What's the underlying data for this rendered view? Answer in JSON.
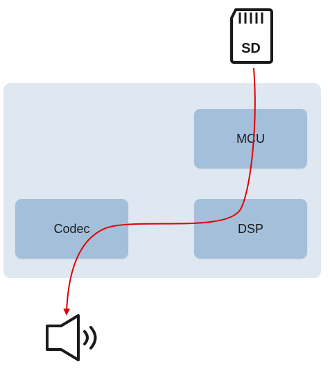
{
  "sd_card": {
    "label": "SD"
  },
  "blocks": {
    "mcu": "MCU",
    "codec": "Codec",
    "dsp": "DSP"
  },
  "colors": {
    "board_bg": "#dfe8f1",
    "block_fill": "#a3bfda",
    "signal_path": "#e00000",
    "icon_stroke": "#1a1a1a"
  },
  "icons": [
    "sd-card-icon",
    "speaker-icon"
  ]
}
